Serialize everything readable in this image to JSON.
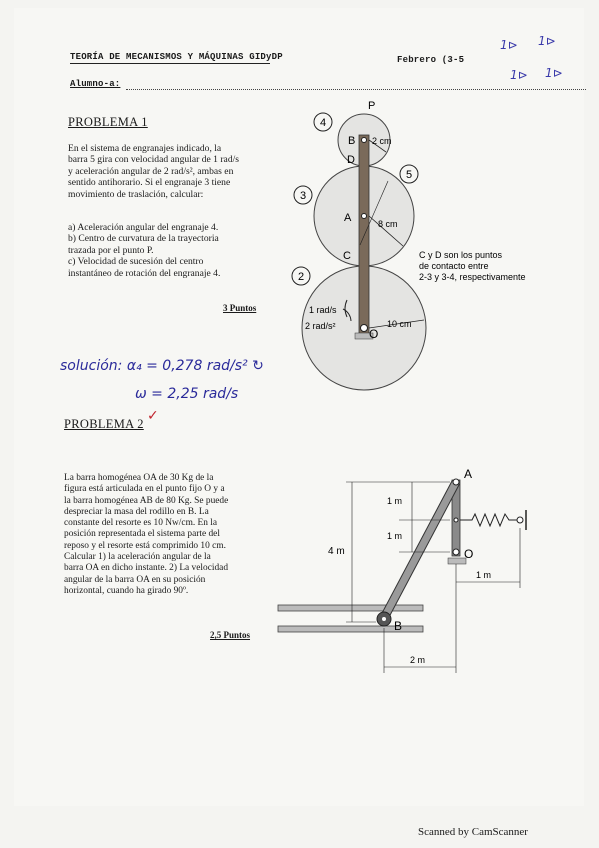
{
  "header": {
    "course": "TEORÍA DE MECANISMOS Y MÁQUINAS GIDyDP",
    "date": "Febrero (3-5",
    "student_label": "Alumno-a:",
    "margin_marks": [
      "1⊳",
      "1⊳",
      "1⊳",
      "1⊳"
    ]
  },
  "problem1": {
    "title": "PROBLEMA 1",
    "intro_lines": [
      "En el sistema de engranajes indicado, la",
      "barra 5 gira con velocidad angular de 1 rad/s",
      "y aceleración angular de 2 rad/s², ambas en",
      "sentido antihorario. Si el engranaje 3 tiene",
      "movimiento de traslación, calcular:"
    ],
    "question_lines": [
      "a) Aceleración angular del engranaje 4.",
      "b) Centro de curvatura de la trayectoria",
      "trazada por el punto P.",
      "c) Velocidad de sucesión del centro",
      "instantáneo de rotación del engranaje 4."
    ],
    "points": "3 Puntos",
    "solution_lines": [
      "solución: α₄ = 0,278 rad/s² ↻",
      "ω = 2,25 rad/s"
    ],
    "figure": {
      "gear_numbers": [
        "4",
        "3",
        "2",
        "5"
      ],
      "points": [
        "P",
        "B",
        "D",
        "A",
        "C",
        "O"
      ],
      "dim_small": "2 cm",
      "dim_mid": "8 cm",
      "dim_large": "10 cm",
      "omega": "1 rad/s",
      "alpha": "2 rad/s²",
      "note_lines": [
        "C y D son los puntos",
        "de contacto entre",
        "2-3 y 3-4, respectivamente"
      ]
    }
  },
  "problem2": {
    "title": "PROBLEMA 2",
    "check": "✓",
    "text_lines": [
      "La barra homogénea OA de 30 Kg de la",
      "figura está articulada en el punto fijo O y a",
      "la barra homogénea AB de 80 Kg. Se puede",
      "despreciar la masa del rodillo en B. La",
      "constante del resorte es 10 Nw/cm. En la",
      "posición representada el sistema parte del",
      "reposo y el resorte está comprimido 10 cm.",
      "Calcular 1) la aceleración angular de la",
      "barra OA en dicho instante. 2) La velocidad",
      "angular de la barra OA en su posición",
      "horizontal, cuando ha girado 90º."
    ],
    "points": "2,5 Puntos",
    "figure": {
      "label_A": "A",
      "label_O": "O",
      "label_B": "B",
      "dim_1m_top": "1 m",
      "dim_1m_mid": "1 m",
      "dim_4m": "4 m",
      "dim_1m_right": "1 m",
      "dim_2m": "2 m"
    }
  },
  "footer": {
    "scanner": "Scanned by CamScanner"
  }
}
